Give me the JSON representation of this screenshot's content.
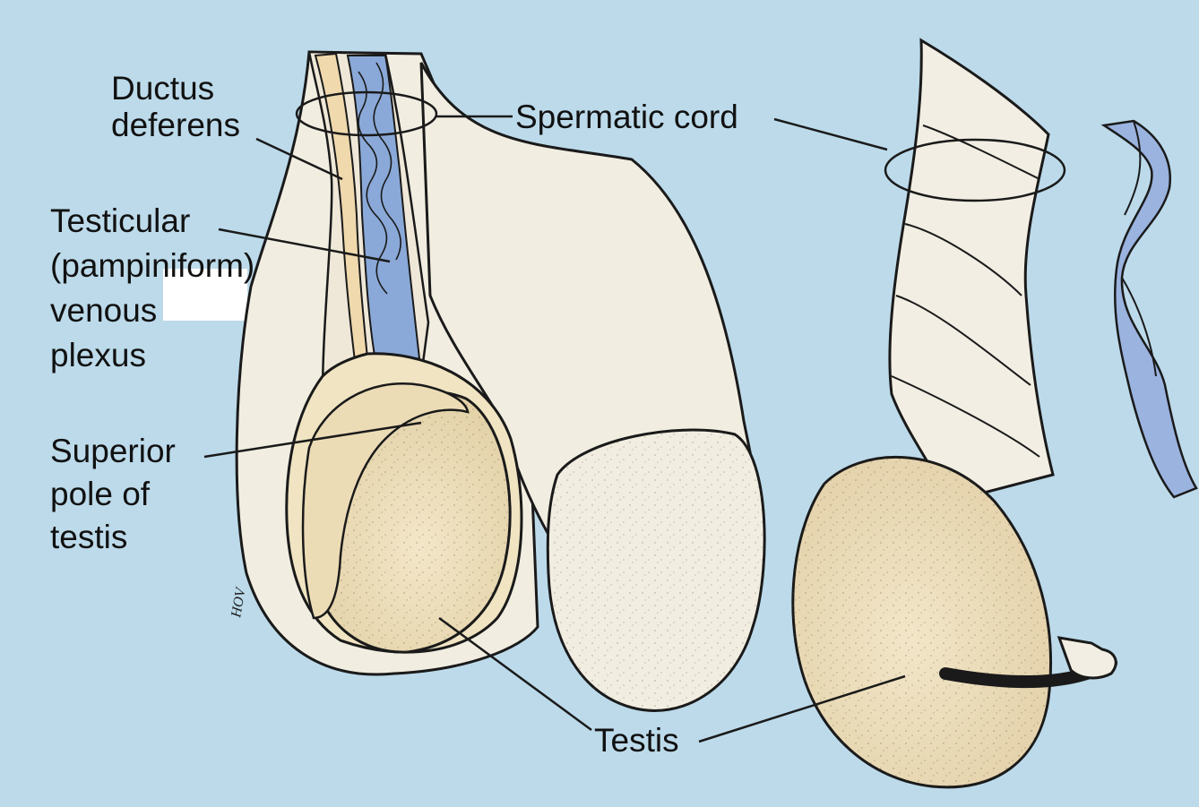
{
  "labels": {
    "ductus_deferens": [
      "Ductus",
      "deferens"
    ],
    "testicular_plexus": [
      "Testicular",
      "(pampiniform)",
      "venous",
      "plexus"
    ],
    "superior_pole": [
      "Superior",
      "pole of",
      "testis"
    ],
    "spermatic_cord": "Spermatic cord",
    "testis": "Testis",
    "signature": "HOV"
  },
  "colors": {
    "background": "#bcdaea",
    "skin": "#f1ede1",
    "testis_fill": "#ede0c0",
    "tunica_fill": "#f0e4c2",
    "vein_blue": "#8aa9d8",
    "ribbon_blue": "#9ab3df",
    "ink": "#1a1a1a"
  }
}
